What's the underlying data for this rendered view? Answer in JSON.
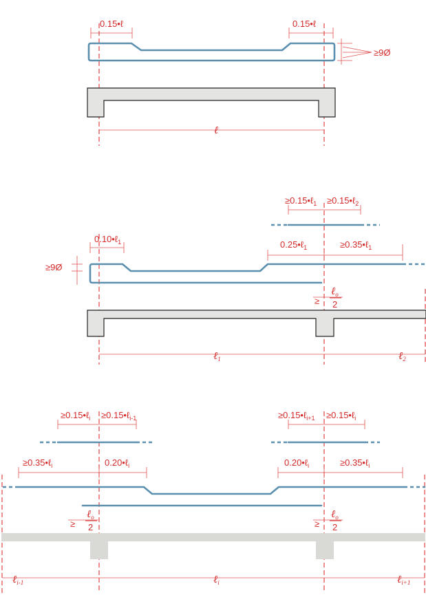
{
  "labels": {
    "s1_left_len": "0.15•ℓ",
    "s1_right_len": "0.15•ℓ",
    "s1_min_bar": "≥9Ø",
    "s1_span": "ℓ",
    "s2_top_left": "≥0.15•ℓ",
    "s2_top_left_sub": "1",
    "s2_top_right": "≥0.15•ℓ",
    "s2_top_right_sub": "2",
    "s2_left_len": "0.10•ℓ",
    "s2_left_len_sub": "1",
    "s2_mid_len": "0.25•ℓ",
    "s2_mid_len_sub": "1",
    "s2_right_len": "≥0.35•ℓ",
    "s2_right_len_sub": "1",
    "s2_min_bar": "≥9Ø",
    "s2_anchor_ge": "≥",
    "s2_anchor_num": "ℓ",
    "s2_anchor_num_sub": "o",
    "s2_anchor_den": "2",
    "s2_span1": "ℓ",
    "s2_span1_sub": "1",
    "s2_span2": "ℓ",
    "s2_span2_sub": "2",
    "s3_tl_left": "≥0.15•ℓ",
    "s3_tl_left_sub": "i",
    "s3_tl_right": "≥0.15•ℓ",
    "s3_tl_right_sub": "i-1",
    "s3_tr_left": "≥0.15•ℓ",
    "s3_tr_left_sub": "i+1",
    "s3_tr_right": "≥0.15•ℓ",
    "s3_tr_right_sub": "i",
    "s3_l_out": "≥0.35•ℓ",
    "s3_l_out_sub": "i",
    "s3_l_in": "0.20•ℓ",
    "s3_l_in_sub": "i",
    "s3_r_in": "0.20•ℓ",
    "s3_r_in_sub": "i",
    "s3_r_out": "≥0.35•ℓ",
    "s3_r_out_sub": "i",
    "s3_anchor_l_ge": "≥",
    "s3_anchor_l_num": "ℓ",
    "s3_anchor_l_num_sub": "o",
    "s3_anchor_l_den": "2",
    "s3_anchor_r_ge": "≥",
    "s3_anchor_r_num": "ℓ",
    "s3_anchor_r_num_sub": "o",
    "s3_anchor_r_den": "2",
    "s3_span_prev": "ℓ",
    "s3_span_prev_sub": "i-1",
    "s3_span": "ℓ",
    "s3_span_sub": "i",
    "s3_span_next": "ℓ",
    "s3_span_next_sub": "i+1"
  },
  "colors": {
    "dimension": "#d42a2a",
    "rebar": "#5b8fae",
    "concrete": "#e4e4e2"
  }
}
